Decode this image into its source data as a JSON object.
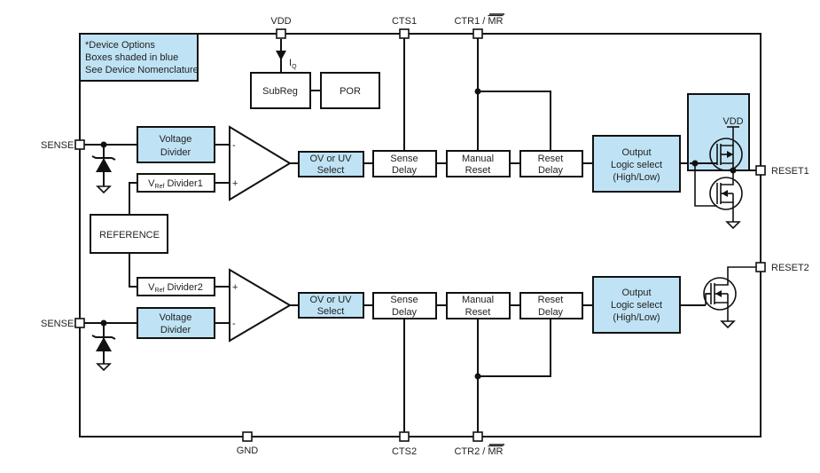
{
  "colors": {
    "device_option_fill": "#bfe3f5",
    "line": "#111111",
    "text": "#222222"
  },
  "note": {
    "lines": [
      "*Device Options",
      "Boxes shaded in blue",
      "See Device Nomenclature"
    ]
  },
  "pins": {
    "vdd": "VDD",
    "cts1": "CTS1",
    "ctr1_prefix": "CTR1 / ",
    "ctr1_bar": "MR",
    "sense1": "SENSE1",
    "sense2": "SENSE2",
    "reset1": "RESET1",
    "reset2": "RESET2",
    "gnd": "GND",
    "cts2": "CTS2",
    "ctr2_prefix": "CTR2 / ",
    "ctr2_bar": "MR"
  },
  "labels": {
    "iq_main": "I",
    "iq_sub": "Q",
    "mosfet_vdd": "VDD",
    "plus": "+",
    "minus": "-"
  },
  "blocks": {
    "subreg": "SubReg",
    "por": "POR",
    "reference": "REFERENCE",
    "vref_main": "V",
    "vref_sub": "Ref",
    "vref_div1": " Divider1",
    "vref_div2": " Divider2",
    "voltage_divider": [
      "Voltage",
      "Divider"
    ],
    "ov_uv_select": [
      "OV or UV",
      "Select"
    ],
    "sense_delay": [
      "Sense",
      "Delay"
    ],
    "manual_reset": [
      "Manual",
      "Reset"
    ],
    "reset_delay": [
      "Reset",
      "Delay"
    ],
    "output_logic": [
      "Output",
      "Logic select",
      "(High/Low)"
    ]
  }
}
